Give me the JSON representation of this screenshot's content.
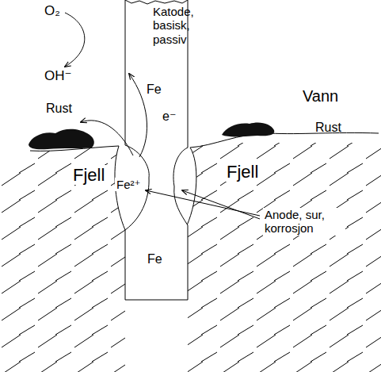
{
  "diagram": {
    "labels": [
      "O₂",
      "OH⁻",
      "Katode, basisk, passiv",
      "Vann",
      "Fe",
      "e⁻",
      "Rust",
      "Rust",
      "Fjell",
      "Fe²⁺",
      "Fjell",
      "Anode, sur, korrosjon",
      "Fe"
    ]
  }
}
